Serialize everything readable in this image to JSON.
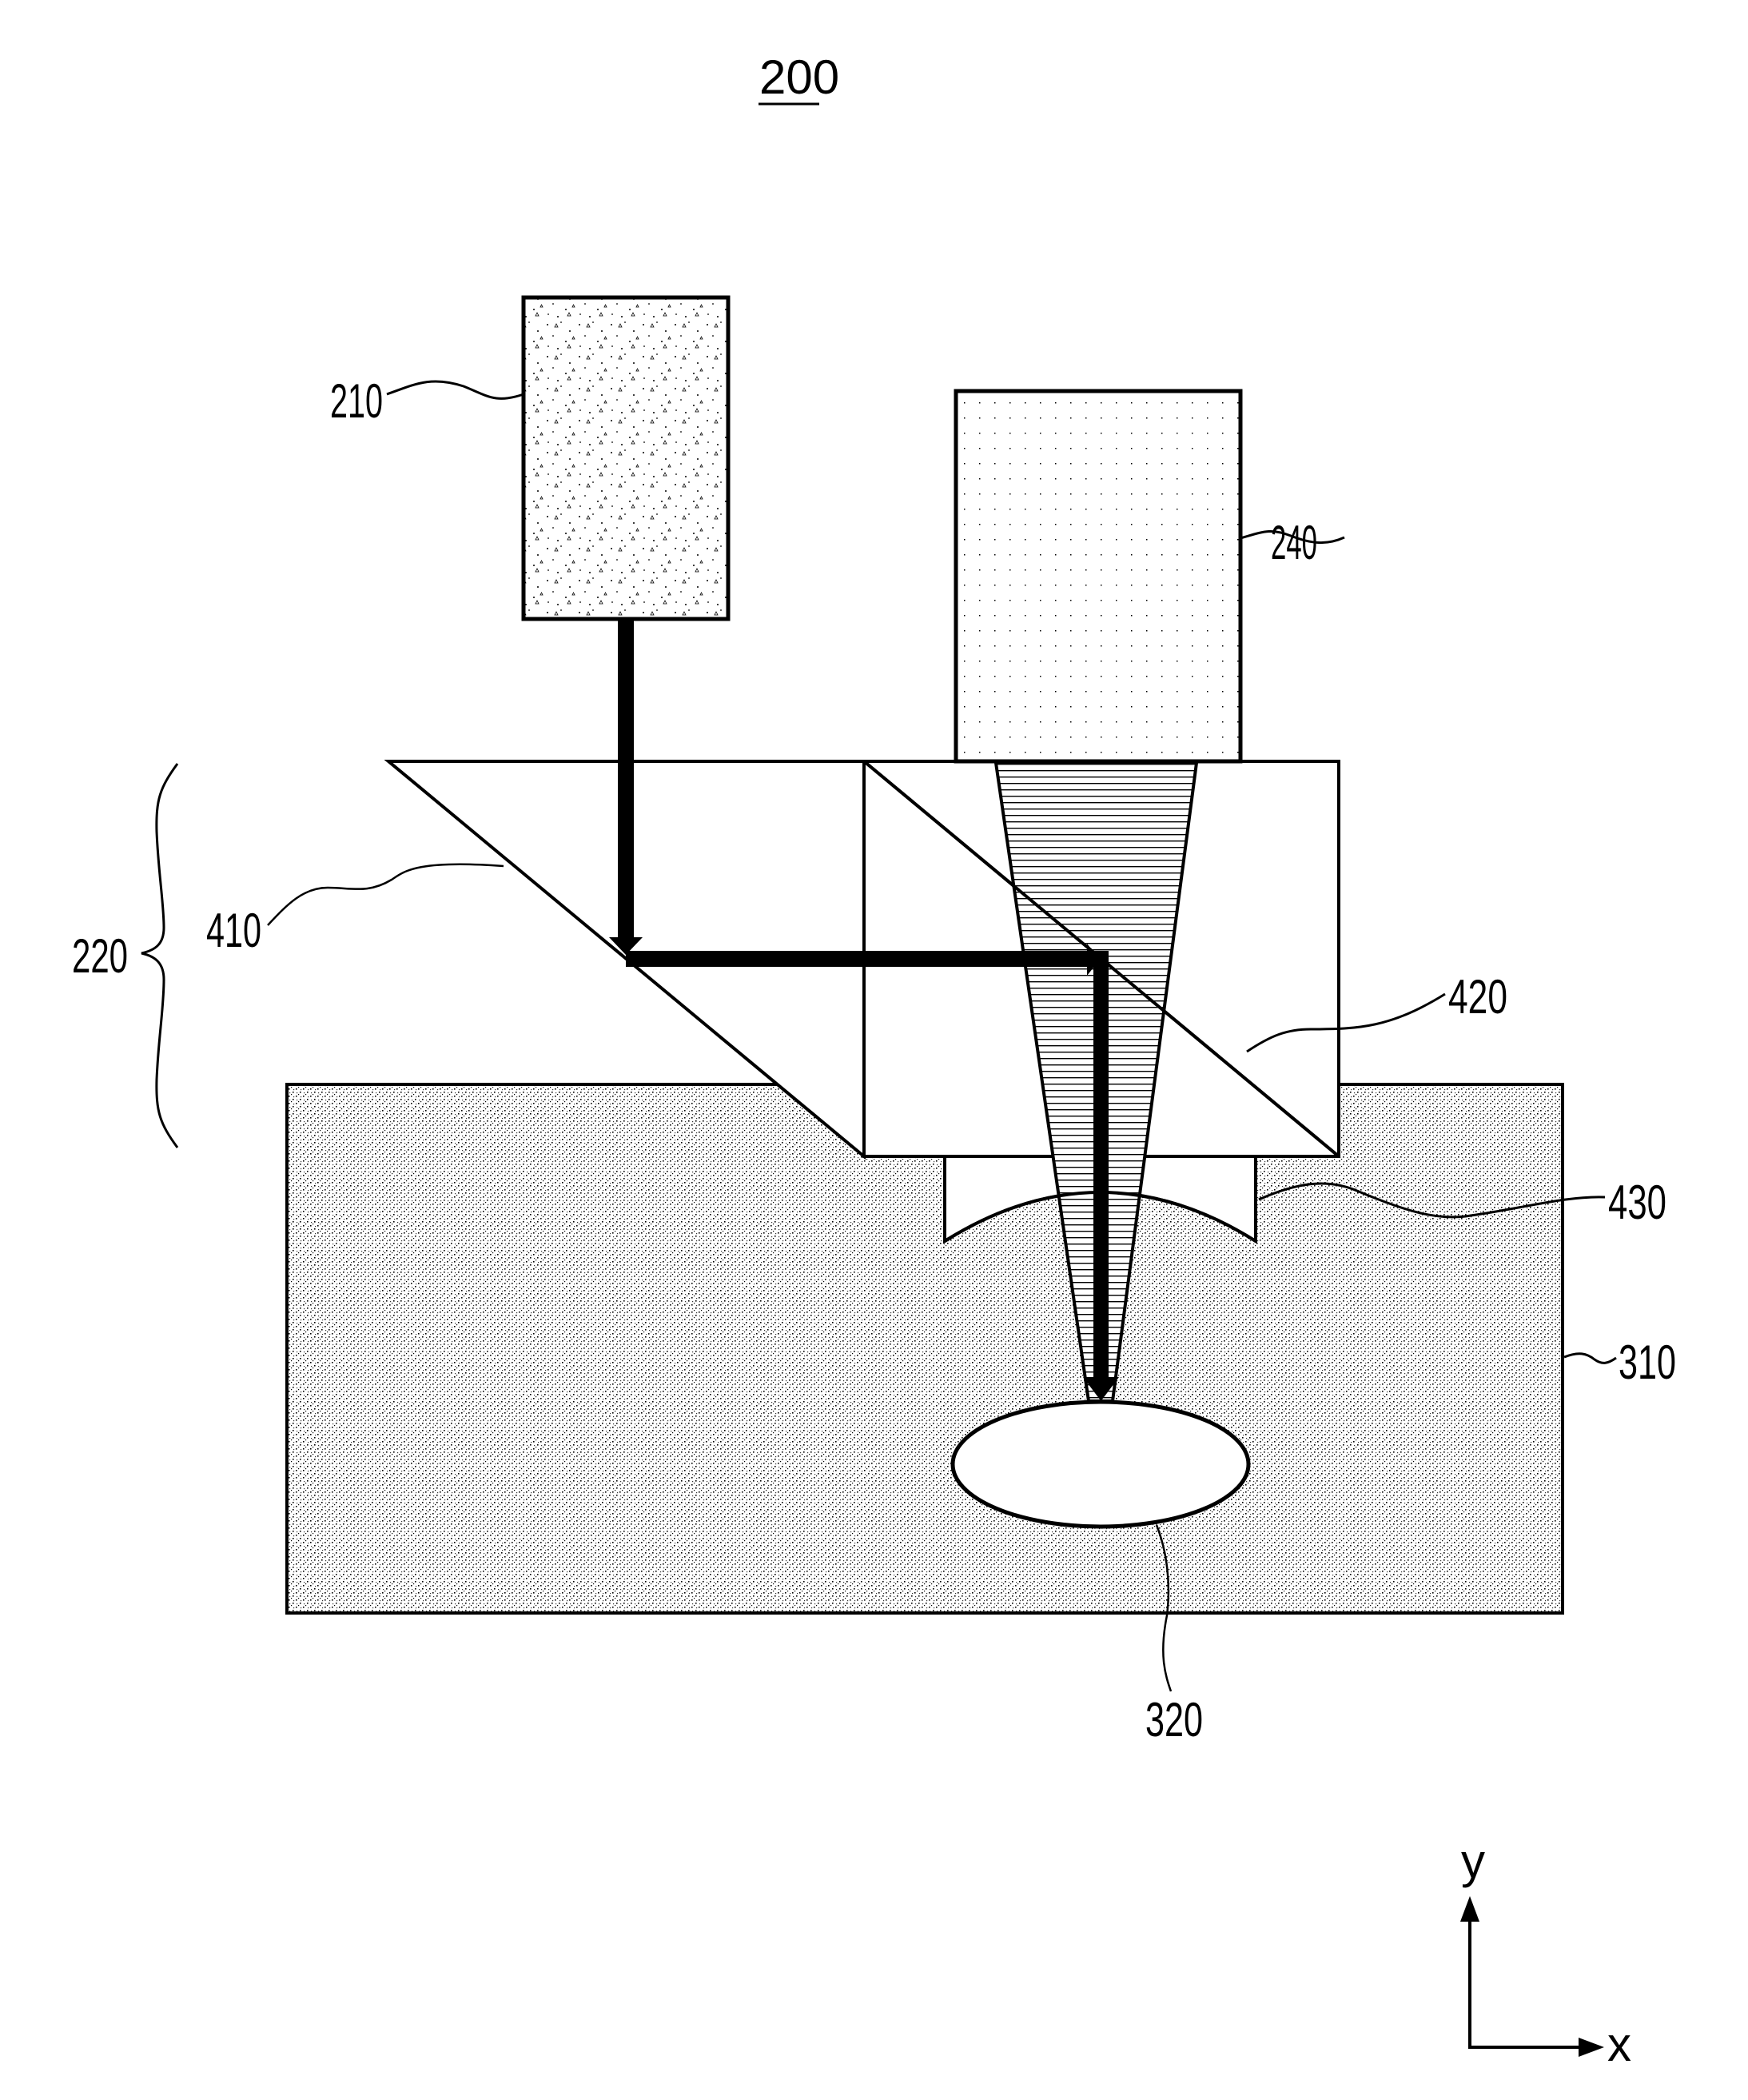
{
  "figure": {
    "number": "200",
    "labels": {
      "light_source": "210",
      "optical_unit": "220",
      "camera": "240",
      "substrate": "310",
      "target_region": "320",
      "first_mirror": "410",
      "beam_splitter": "420",
      "lens": "430"
    },
    "axes": {
      "y_label": "y",
      "x_label": "x"
    }
  },
  "colors": {
    "line": "#000000",
    "background": "#ffffff"
  }
}
